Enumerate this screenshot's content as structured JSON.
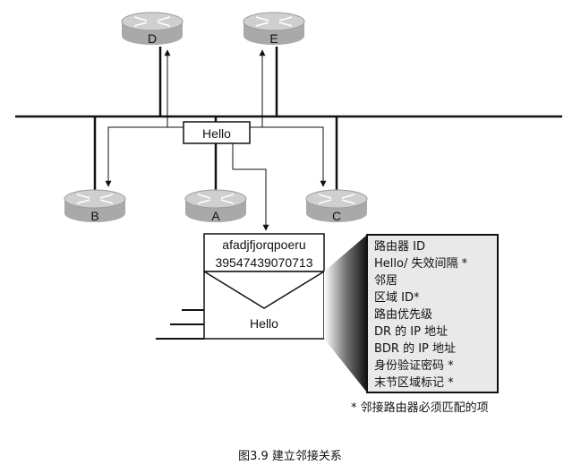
{
  "routers": [
    {
      "id": "D",
      "label": "D"
    },
    {
      "id": "E",
      "label": "E"
    },
    {
      "id": "B",
      "label": "B"
    },
    {
      "id": "A",
      "label": "A"
    },
    {
      "id": "C",
      "label": "C"
    }
  ],
  "hello_box": {
    "label": "Hello"
  },
  "packet": {
    "line1": "afadjfjorqpoeru",
    "line2": "39547439070713",
    "body_label": "Hello"
  },
  "fields": [
    "路由器 ID",
    "Hello/ 失效间隔 *",
    "邻居",
    "区域 ID*",
    "路由优先级",
    "DR 的 IP 地址",
    "BDR 的 IP 地址",
    "身份验证密码 *",
    "末节区域标记 *"
  ],
  "footnote": "* 邻接路由器必须匹配的项",
  "caption": "图3.9 建立邻接关系",
  "colors": {
    "router_body": "#a9a9a9",
    "router_top": "#cfcfcf",
    "field_panel": "#e9e9e9"
  }
}
